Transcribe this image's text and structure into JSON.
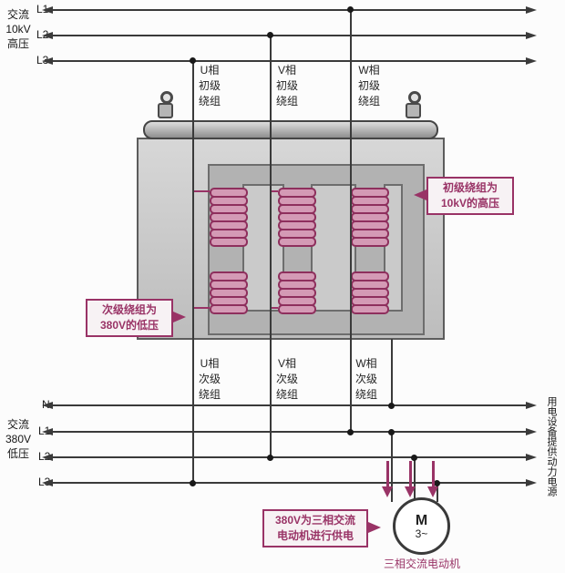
{
  "colors": {
    "wire": "#3a3a3a",
    "accent": "#993366",
    "tank_gray": "#c9c9c9",
    "core_gray": "#b2b2b2",
    "coil_fill": "#d49ab5"
  },
  "hv_bus": {
    "side_label": "交流\n10kV\n高压",
    "lines": [
      "L1",
      "L2",
      "L3"
    ]
  },
  "lv_bus": {
    "side_label": "交流\n380V\n低压",
    "lines": [
      "N",
      "L1",
      "L2",
      "L3"
    ]
  },
  "right_note": "用电设备提供动力电源",
  "transformer": {
    "primary_turns": 7,
    "secondary_turns": 5,
    "primary_labels": [
      "U相\n初级\n绕组",
      "V相\n初级\n绕组",
      "W相\n初级\n绕组"
    ],
    "secondary_labels": [
      "U相\n次级\n绕组",
      "V相\n次级\n绕组",
      "W相\n次级\n绕组"
    ]
  },
  "callouts": {
    "primary": "初级绕组为\n10kV的高压",
    "secondary": "次级绕组为\n380V的低压",
    "motor": "380V为三相交流\n电动机进行供电"
  },
  "motor": {
    "letter": "M",
    "phase": "3~",
    "caption": "三相交流电动机"
  }
}
